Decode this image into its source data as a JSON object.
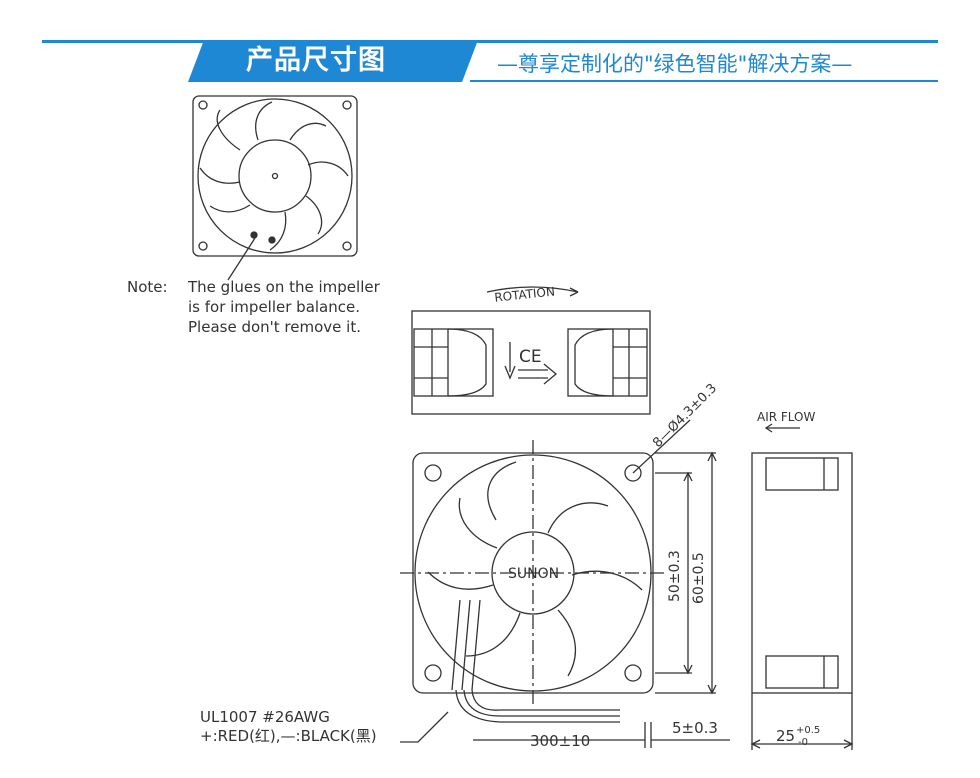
{
  "header": {
    "title": "产品尺寸图",
    "subtitle": "—尊享定制化的\"绿色智能\"解决方案—",
    "accent_color": "#1e88d4"
  },
  "note": {
    "label": "Note:",
    "line1": "The glues on the impeller",
    "line2": "is for impeller balance.",
    "line3": "Please don't remove it."
  },
  "labels": {
    "rotation": "ROTATION",
    "air_flow": "AIR FLOW",
    "hole_spec": "8—Ø4.3±0.3",
    "brand": "SUNON",
    "dim_inner": "50±0.3",
    "dim_outer": "60±0.5",
    "cable_type": "UL1007  #26AWG",
    "cable_colors": "+:RED(红),—:BLACK(黑)",
    "cable_length": "300±10",
    "lead_strip": "5±0.3",
    "depth_value": "25",
    "depth_tol_plus": "+0.5",
    "depth_tol_minus": "-0"
  }
}
